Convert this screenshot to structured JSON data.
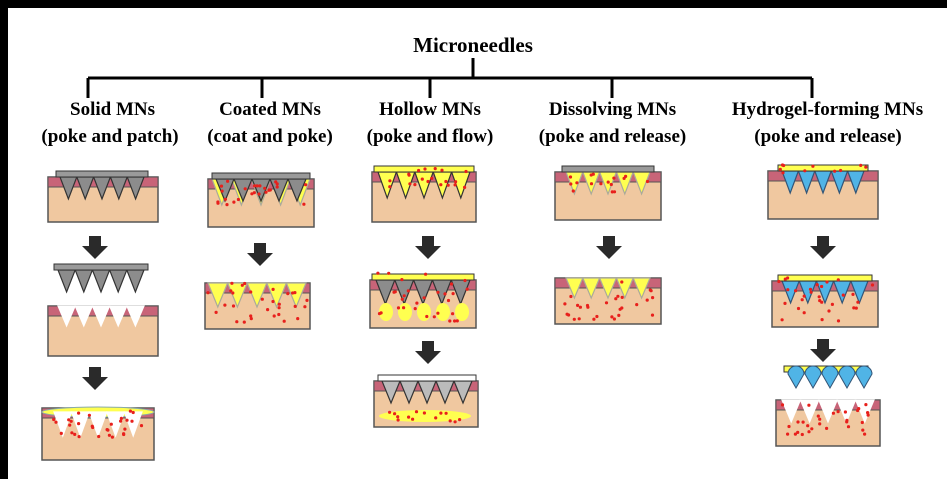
{
  "title": "Microneedles",
  "columns": [
    {
      "id": "solid",
      "name": "Solid MNs",
      "mode": "(poke and patch)"
    },
    {
      "id": "coated",
      "name": "Coated MNs",
      "mode": "(coat and poke)"
    },
    {
      "id": "hollow",
      "name": "Hollow MNs",
      "mode": "(poke and flow)"
    },
    {
      "id": "dissolving",
      "name": "Dissolving MNs",
      "mode": "(poke and release)"
    },
    {
      "id": "hydrogel",
      "name": "Hydrogel-forming MNs",
      "mode": "(poke and release)"
    }
  ],
  "colors": {
    "skin": "#f0c8a0",
    "skin_top": "#c86478",
    "needle": "#8c8c8c",
    "drug": "#ffff50",
    "dot": "#e8201c",
    "hydrogel": "#50b4e6",
    "arrow": "#2a2a2a"
  }
}
